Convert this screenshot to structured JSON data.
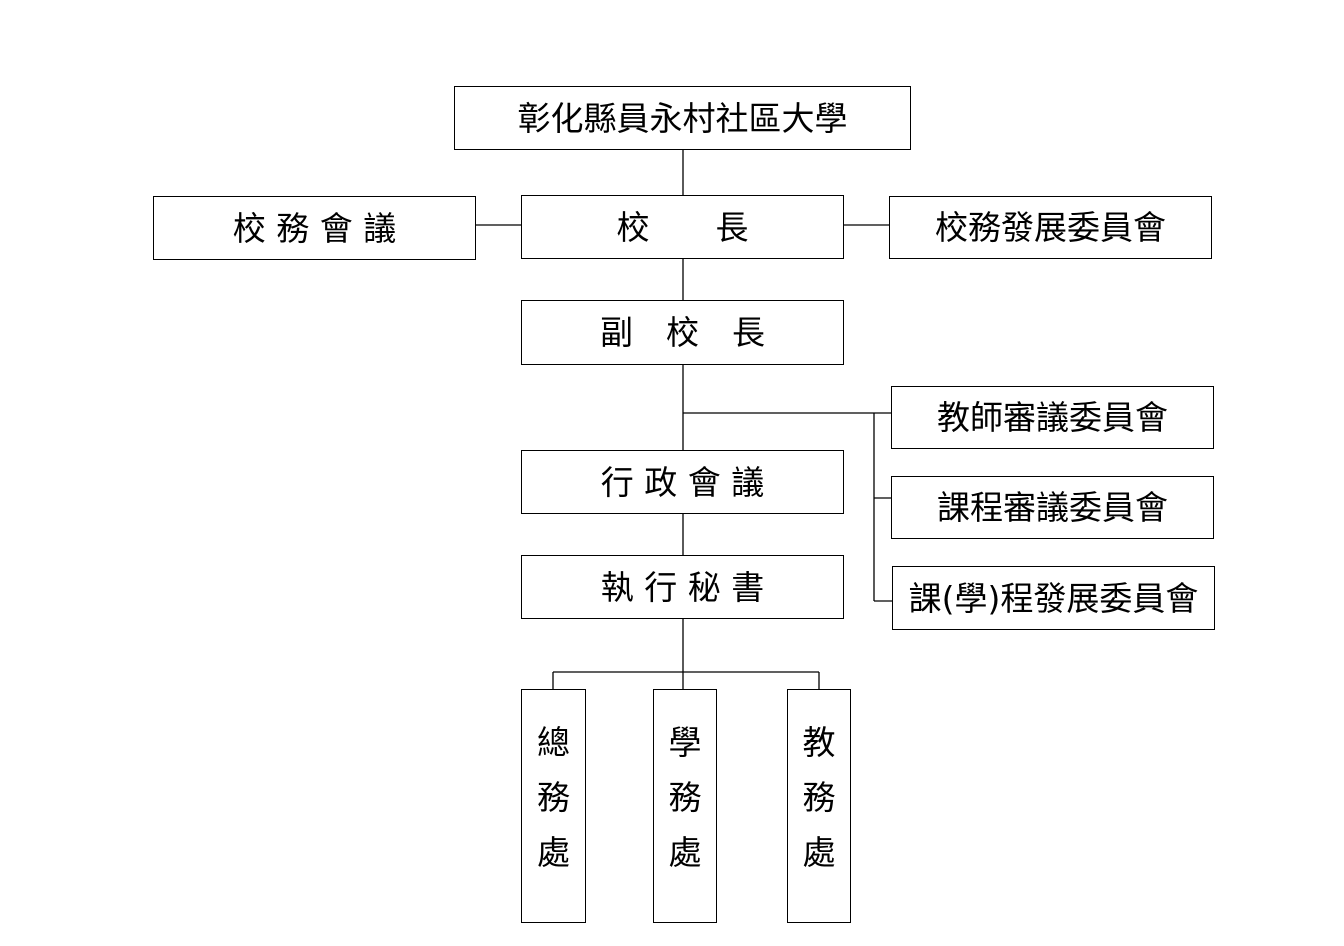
{
  "org_chart": {
    "root": "彰化縣員永村社區大學",
    "principal": "校　　長",
    "school_affairs_meeting": "校 務 會 議",
    "development_committee": "校務發展委員會",
    "vice_principal": "副　校　長",
    "teacher_review_committee": "教師審議委員會",
    "curriculum_review_committee": "課程審議委員會",
    "curriculum_development_committee": "課(學)程發展委員會",
    "admin_meeting": "行 政 會 議",
    "executive_secretary": "執 行 秘 書",
    "general_affairs": [
      "總",
      "務",
      "處"
    ],
    "student_affairs": [
      "學",
      "務",
      "處"
    ],
    "academic_affairs": [
      "教",
      "務",
      "處"
    ]
  }
}
